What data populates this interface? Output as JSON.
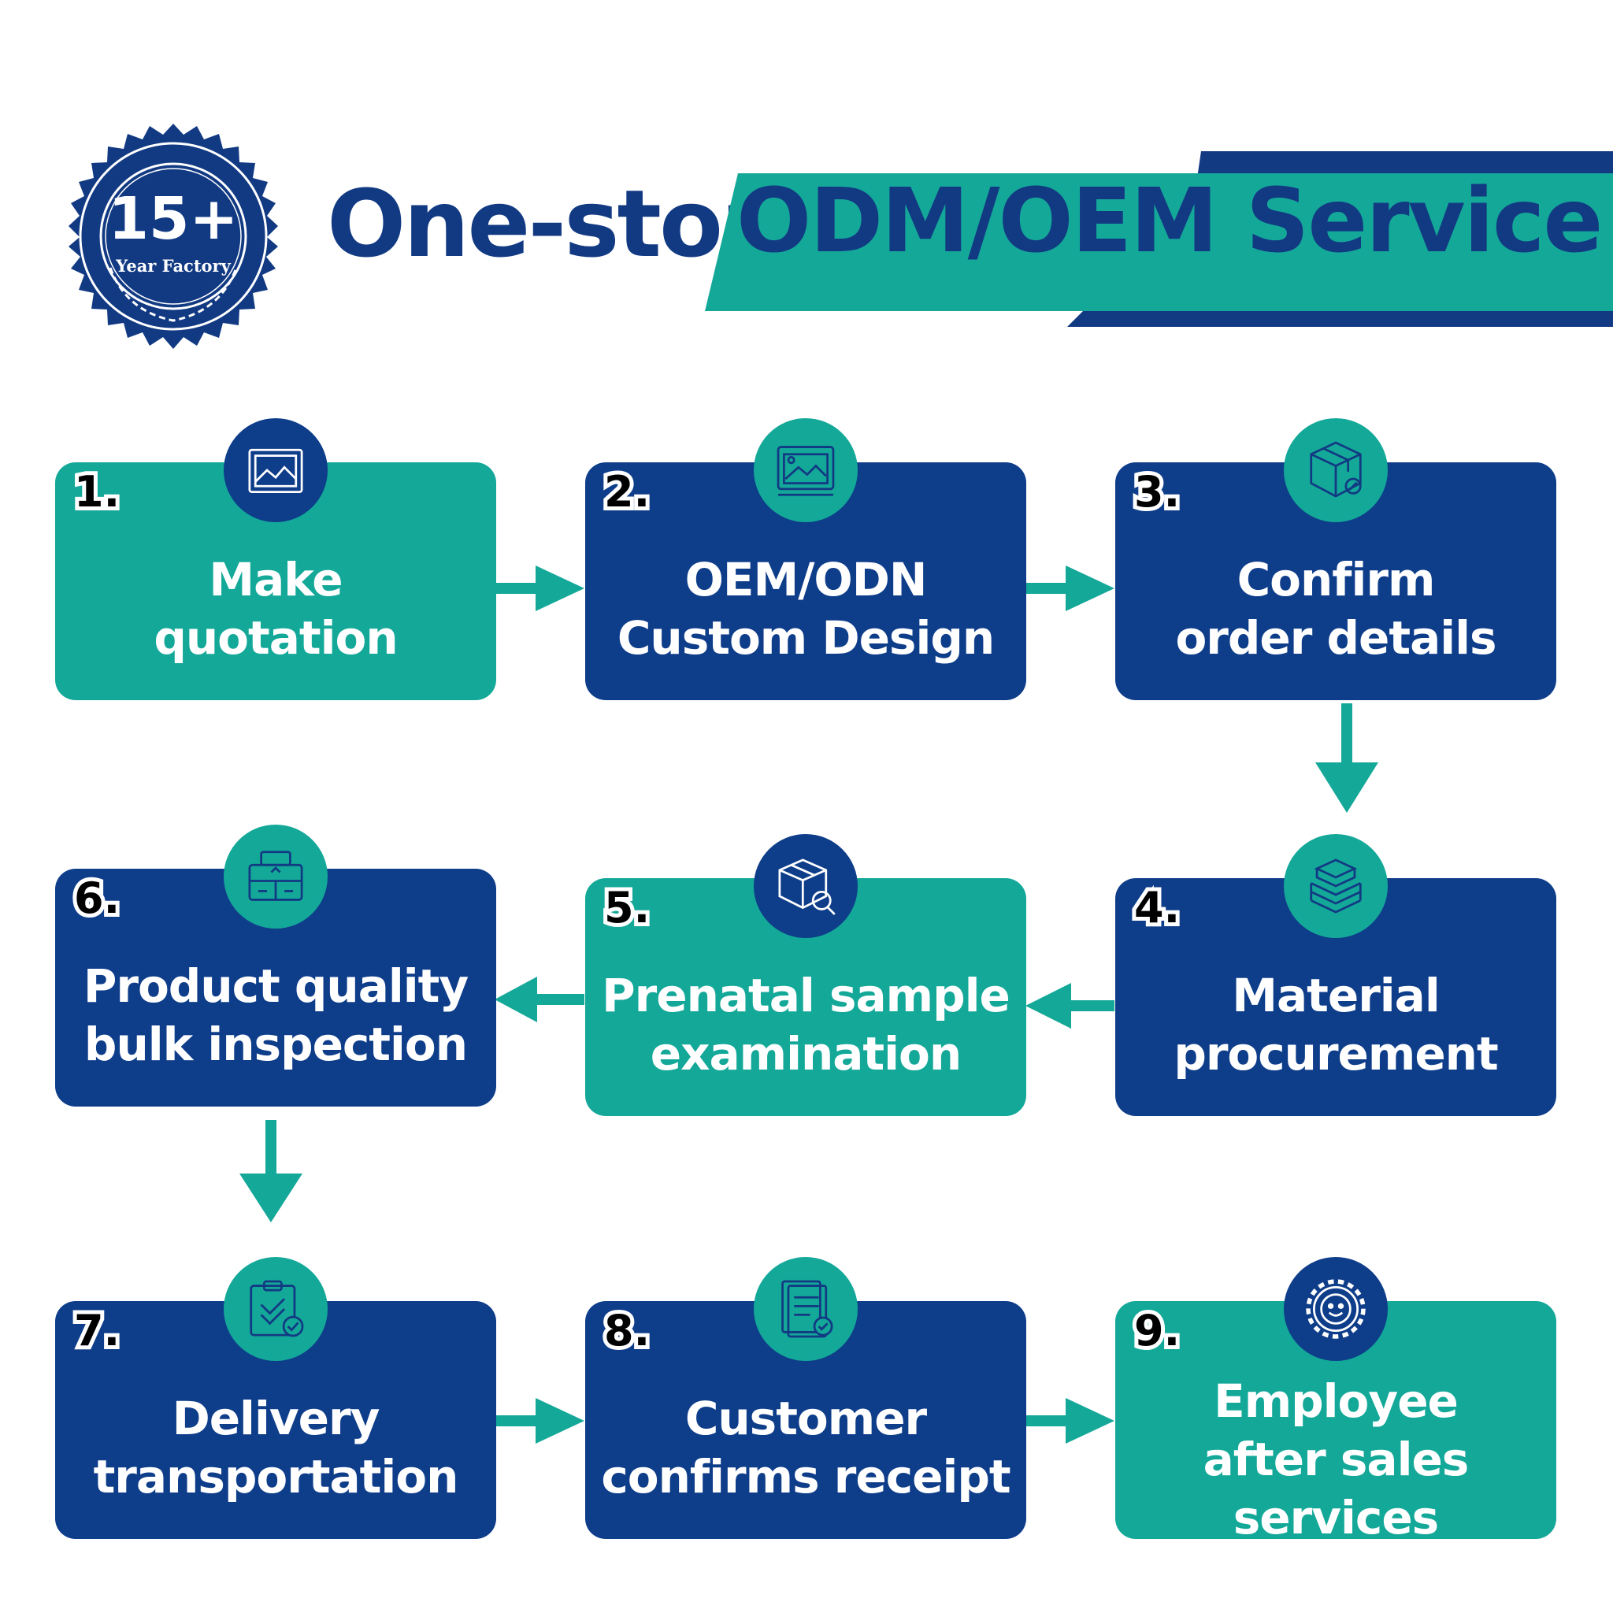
{
  "header": {
    "title_part1": "One-stop",
    "title_part2": "ODM/OEM Service"
  },
  "badge": {
    "number": "15+",
    "caption": "Year Factory"
  },
  "colors": {
    "navy": "#0e3d8a",
    "teal": "#14a899",
    "title": "#123a83"
  },
  "steps": [
    {
      "num": "1.",
      "text": "Make\nquotation",
      "icon": "picture-frame-icon"
    },
    {
      "num": "2.",
      "text": "OEM/ODN\nCustom Design",
      "icon": "design-image-icon"
    },
    {
      "num": "3.",
      "text": "Confirm\norder details",
      "icon": "package-box-icon"
    },
    {
      "num": "4.",
      "text": "Material\nprocurement",
      "icon": "stacked-layers-icon"
    },
    {
      "num": "5.",
      "text": "Prenatal sample\nexamination",
      "icon": "box-magnifier-icon"
    },
    {
      "num": "6.",
      "text": "Product quality\nbulk inspection",
      "icon": "toolbox-icon"
    },
    {
      "num": "7.",
      "text": "Delivery\ntransportation",
      "icon": "clipboard-check-icon"
    },
    {
      "num": "8.",
      "text": "Customer\nconfirms receipt",
      "icon": "document-check-icon"
    },
    {
      "num": "9.",
      "text": "Employee\nafter sales\nservices",
      "icon": "gear-smile-icon"
    }
  ]
}
